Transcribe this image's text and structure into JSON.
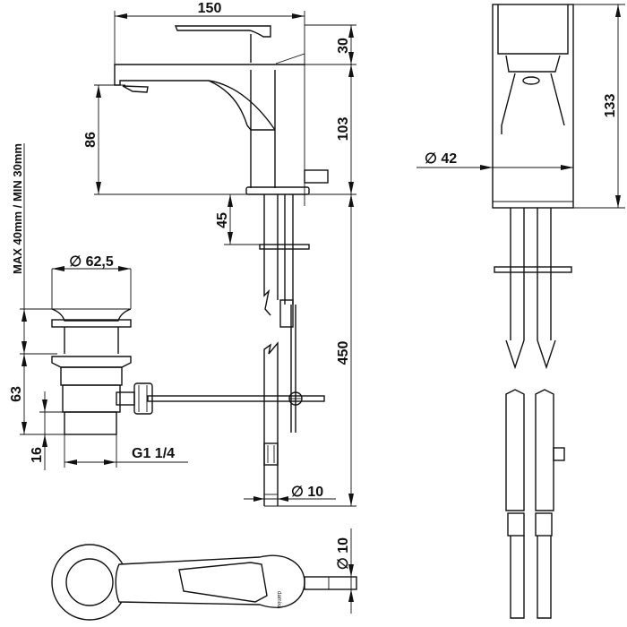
{
  "drawing": {
    "dimensions": {
      "width_150": "150",
      "handle_height_30": "30",
      "body_height_103": "103",
      "spout_height_86": "86",
      "below_deck_45": "45",
      "hose_length_450": "450",
      "hose_diameter_10": "∅ 10",
      "side_height_133": "133",
      "body_diameter_42": "∅ 42",
      "drain_diameter_62_5": "∅ 62,5",
      "drain_height_63": "63",
      "thread_length_16": "16",
      "thread_size": "G1 1/4",
      "counter_thickness": "MAX 40mm / MIN 30mm",
      "rod_diameter_10": "∅ 10"
    },
    "logo_text": "damixa"
  }
}
